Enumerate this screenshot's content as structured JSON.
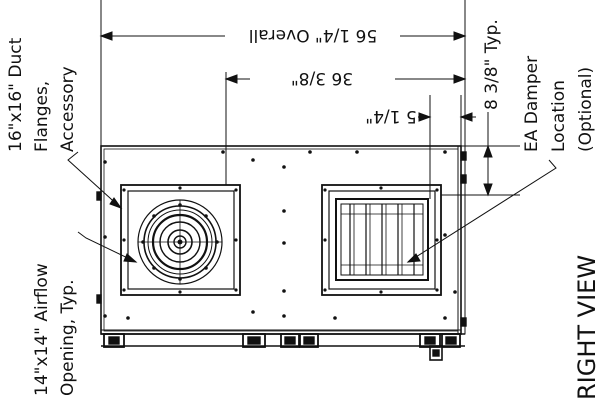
{
  "dimensions": {
    "overall": "56 1/4\" Overall",
    "center": "36 3/8\"",
    "inner": "5 1/4\"",
    "typ": "8 3/8\" Typ."
  },
  "labels": {
    "duct_flanges": [
      "16\"x16\" Duct",
      "Flanges,",
      "Accessory"
    ],
    "airflow_opening": [
      "14\"x14\" Airflow",
      "Opening, Typ."
    ],
    "ea_damper": [
      "EA Damper",
      "Location",
      "(Optional)"
    ]
  },
  "view_title": "RIGHT VIEW"
}
